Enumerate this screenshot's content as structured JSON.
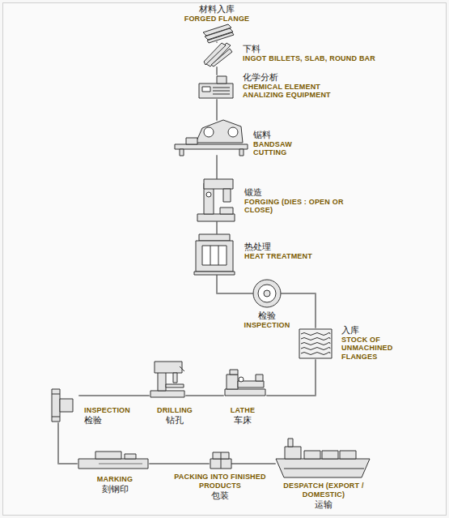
{
  "diagram": {
    "nodes": [
      {
        "text": [
          "材料入库",
          "FORGED FLANGE"
        ]
      },
      {
        "text": [
          "下料",
          "INGOT BILLETS, SLAB, ROUND BAR"
        ]
      },
      {
        "text": [
          "化学分析",
          "CHEMICAL ELEMENT ANALIZING EQUIPMENT"
        ]
      },
      {
        "text": [
          "锯料",
          "BANDSAW CUTTING"
        ]
      },
      {
        "text": [
          "锻造",
          "FORGING (DIES : OPEN OR CLOSE)"
        ]
      },
      {
        "text": [
          "热处理",
          "HEAT TREATMENT"
        ]
      },
      {
        "text": [
          "检验",
          "INSPECTION"
        ]
      },
      {
        "text": [
          "入库",
          "STOCK OF UNMACHINED FLANGES"
        ]
      },
      {
        "text": [
          "LATHE",
          "车床"
        ]
      },
      {
        "text": [
          "DRILLING",
          "钻孔"
        ]
      },
      {
        "text": [
          "INSPECTION",
          "检验"
        ]
      },
      {
        "text": [
          "MARKING",
          "刻钢印"
        ]
      },
      {
        "text": [
          "PACKING INTO FINISHED PRODUCTS",
          "包装"
        ]
      },
      {
        "text": [
          "DESPATCH (EXPORT / DOMESTIC)",
          "运输"
        ]
      }
    ],
    "edges": [
      {
        "from": 0,
        "to": 1,
        "arrow": "none"
      },
      {
        "from": 1,
        "to": 2,
        "arrow": "none"
      },
      {
        "from": 2,
        "to": 3,
        "arrow": "none"
      },
      {
        "from": 3,
        "to": 4,
        "arrow": "none"
      },
      {
        "from": 4,
        "to": 5,
        "arrow": "none"
      },
      {
        "from": 5,
        "to": 6,
        "arrow": "none"
      },
      {
        "from": 6,
        "to": 7,
        "arrow": "none"
      },
      {
        "from": 7,
        "to": 8,
        "arrow": "none"
      },
      {
        "from": 8,
        "to": 9,
        "arrow": "none"
      },
      {
        "from": 9,
        "to": 10,
        "arrow": "none"
      },
      {
        "from": 10,
        "to": 11,
        "arrow": "none"
      },
      {
        "from": 11,
        "to": 12,
        "arrow": "none"
      },
      {
        "from": 12,
        "to": 13,
        "arrow": "none"
      }
    ]
  }
}
